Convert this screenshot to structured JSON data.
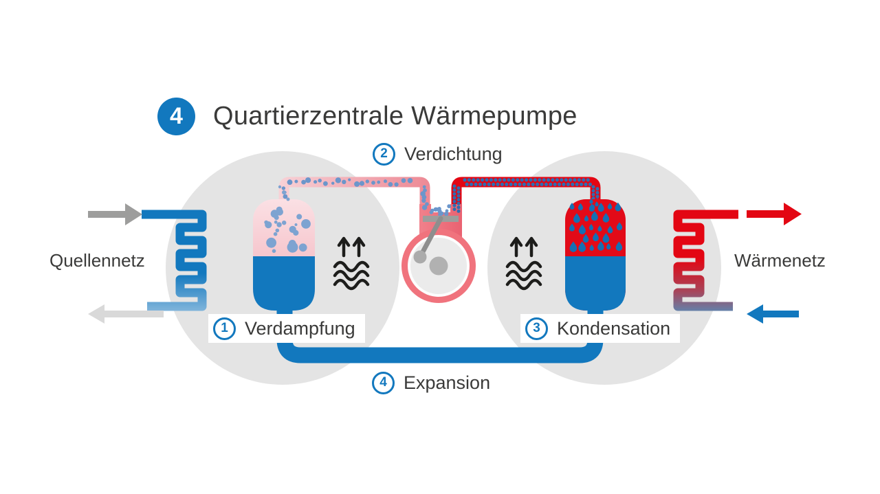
{
  "title": {
    "badge_number": "4",
    "text": "Quartierzentrale Wärmepumpe"
  },
  "steps": [
    {
      "number": "1",
      "label": "Verdampfung"
    },
    {
      "number": "2",
      "label": "Verdichtung"
    },
    {
      "number": "3",
      "label": "Kondensation"
    },
    {
      "number": "4",
      "label": "Expansion"
    }
  ],
  "labels": {
    "source_network": "Quellennetz",
    "heat_network": "Wärmenetz"
  },
  "icons": {
    "title_badge": "blue-numbered-circle",
    "step_badge": "blue-outlined-numbered-circle",
    "heat_transfer_left": "double-up-arrows-over-waves",
    "heat_transfer_right": "double-up-arrows-over-waves",
    "source_in_arrow": "gray-right-arrow",
    "source_out_arrow": "light-gray-left-arrow",
    "heat_out_arrow": "red-right-arrow",
    "heat_return_arrow": "blue-left-arrow",
    "evaporator": "capsule-vessel-bubbles",
    "condenser": "capsule-vessel-droplets",
    "compressor": "piston-crank-wheel",
    "source_coil": "blue-serpentine-heat-exchanger",
    "heat_coil": "red-serpentine-heat-exchanger"
  },
  "colors": {
    "blue": "#1278be",
    "red": "#e30613",
    "coral": "#f0737d",
    "pink_pipe_light": "#f7ccd1",
    "vessel_pink": "#f8d6da",
    "bubble_blue": "#7da3d1",
    "pipe_dot_blue": "#2e6db2",
    "gray_circle": "#e4e4e4",
    "arrow_gray": "#9d9d9c",
    "arrow_light_gray": "#d9d9d9",
    "text": "#3a3a39"
  }
}
